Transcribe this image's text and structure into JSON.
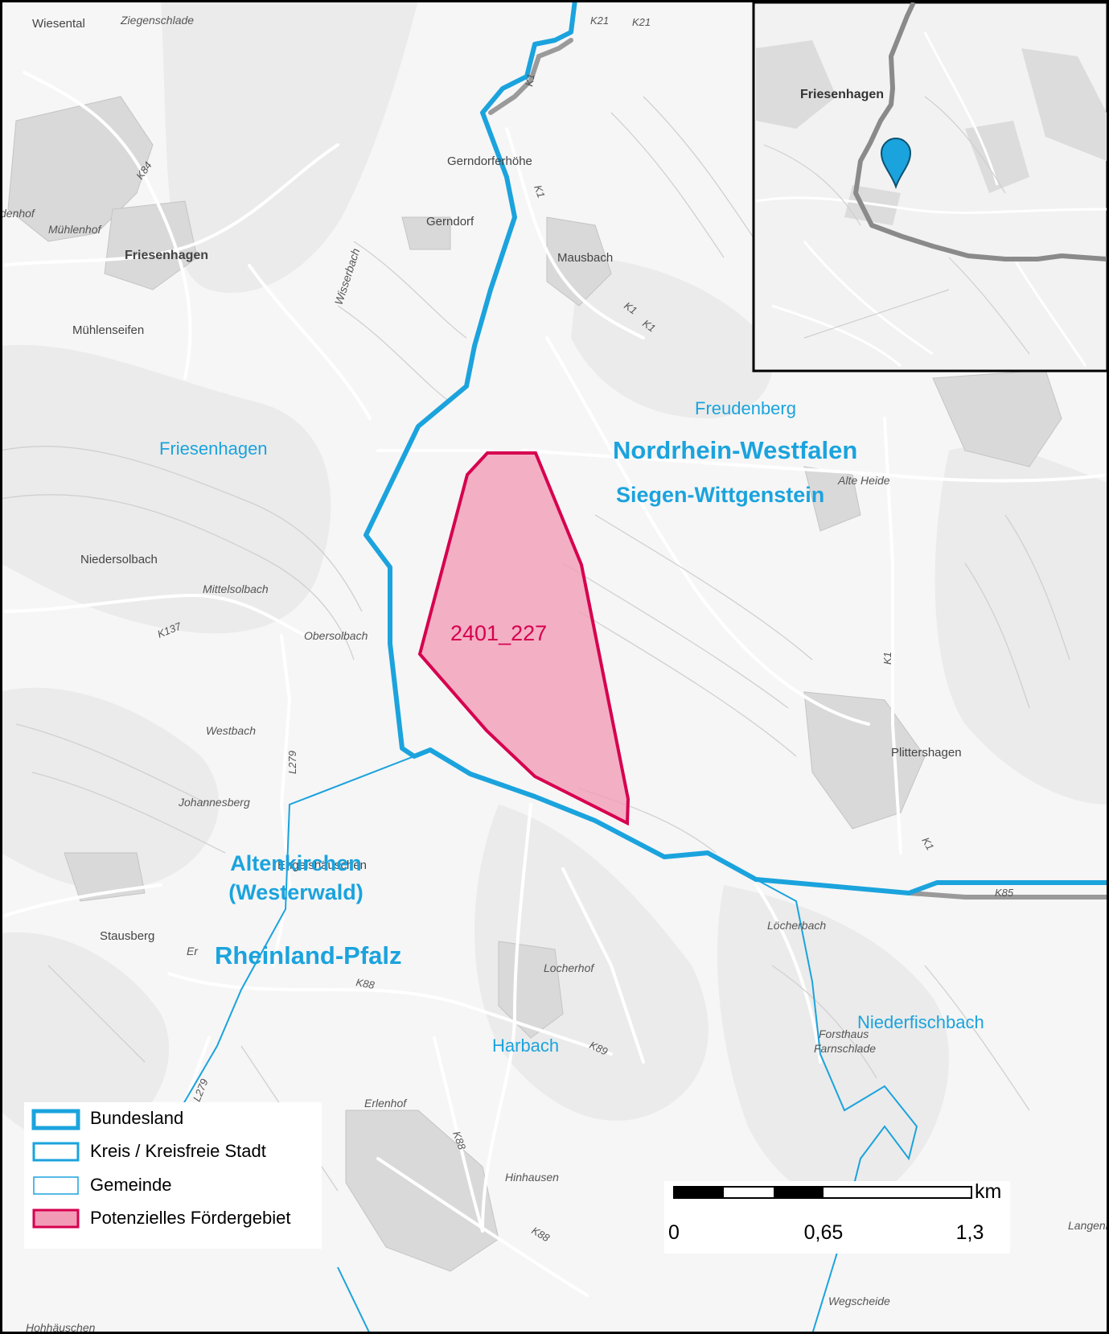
{
  "map": {
    "state_labels": [
      "Nordrhein-Westfalen",
      "Rheinland-Pfalz"
    ],
    "district_labels": [
      "Siegen-Wittgenstein",
      "Altenkirchen",
      "(Westerwald)"
    ],
    "municipality_labels": [
      "Friesenhagen",
      "Freudenberg",
      "Harbach",
      "Niederfischbach"
    ],
    "place_labels": [
      "Wiesental",
      "Ziegenschlade",
      "Friesenhagen",
      "Mühlenhof",
      "denhof",
      "Mühlenseifen",
      "Gerndorferhöhe",
      "Gerndorf",
      "Mausbach",
      "Niedersolbach",
      "Mittelsolbach",
      "Obersolbach",
      "Westbach",
      "Johannesberg",
      "Engelshäuschen",
      "Stausberg",
      "Alte Heide",
      "Plittershagen",
      "Löcherbach",
      "Locherhof",
      "Forsthaus",
      "Farnschlade",
      "Erlenhof",
      "Hinhausen",
      "Wegscheide",
      "Hohhäuschen",
      "Langenba",
      "Wisserbach",
      "Er"
    ],
    "road_labels": [
      "K21",
      "K21",
      "K1",
      "K1",
      "K1",
      "K1",
      "K1",
      "K1",
      "K84",
      "K137",
      "L279",
      "L279",
      "K88",
      "K88",
      "K89",
      "K88",
      "K85"
    ],
    "area_id": "2401_227",
    "inset": {
      "place_label": "Friesenhagen",
      "marker": "map-pin"
    }
  },
  "legend": {
    "items": [
      {
        "label": "Bundesland",
        "color": "#1ba3dd"
      },
      {
        "label": "Kreis / Kreisfreie Stadt",
        "color": "#1ba3dd"
      },
      {
        "label": "Gemeinde",
        "color": "#1ba3dd"
      },
      {
        "label": "Potenzielles Fördergebiet",
        "color": "#d6004f"
      }
    ]
  },
  "scale_bar": {
    "ticks": [
      "0",
      "0,65",
      "1,3"
    ],
    "unit": "km"
  },
  "colors": {
    "boundary": "#1ba3dd",
    "area_stroke": "#d6004f",
    "area_fill": "#f29bb6"
  }
}
